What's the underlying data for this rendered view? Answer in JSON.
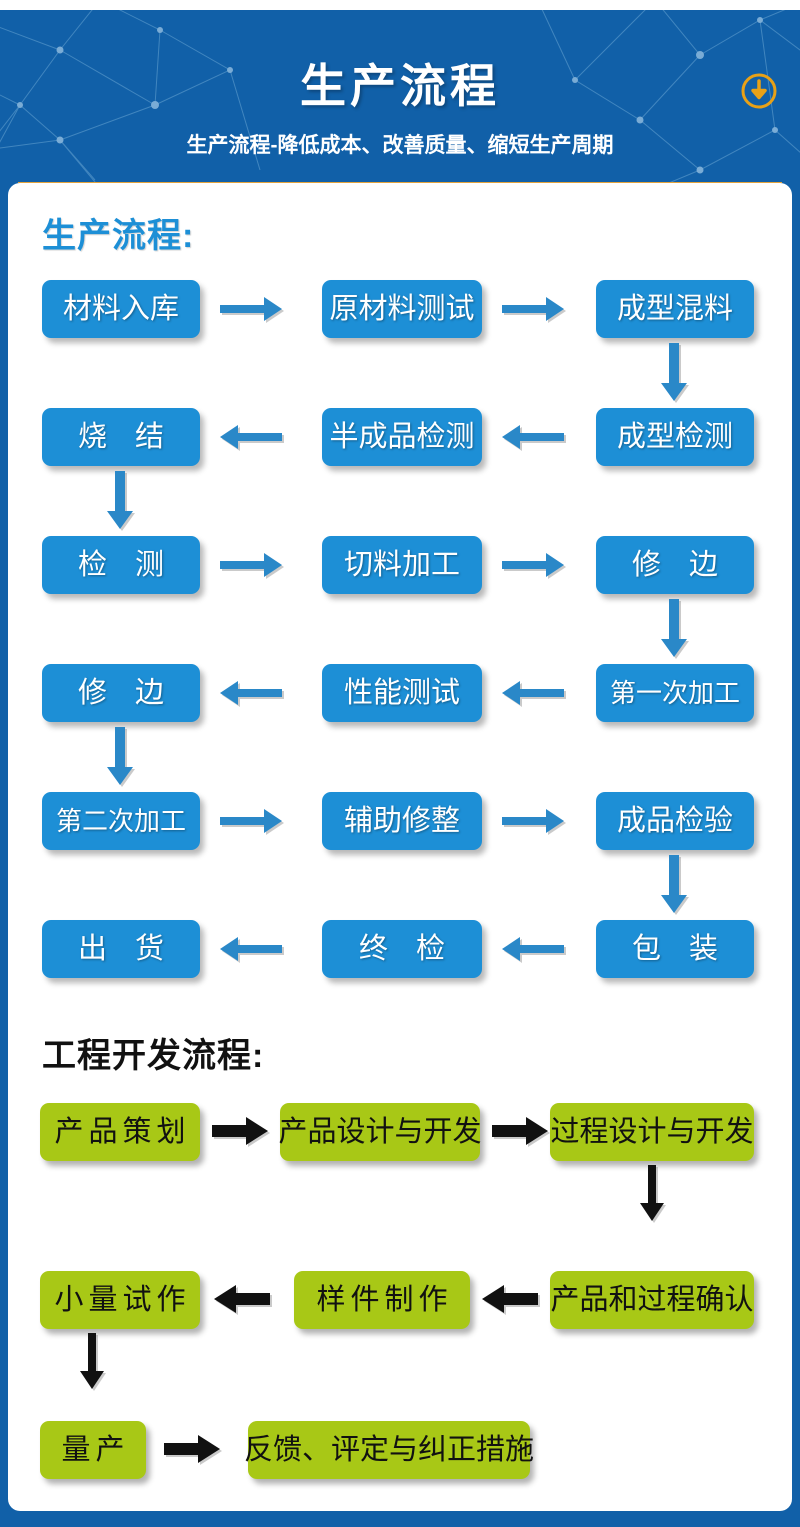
{
  "header": {
    "title": "生产流程",
    "subtitle": "生产流程-降低成本、改善质量、缩短生产周期",
    "badge_icon": "download-circle-icon",
    "bg_color": "#1160a8",
    "divider_color": "#e3a33c",
    "badge_color": "#e8a117"
  },
  "sections": [
    {
      "id": "production",
      "heading": "生产流程:",
      "heading_color": "#1d8fd6",
      "box_color": "#1d8fd6",
      "text_color": "#ffffff",
      "arrow_color": "#2a88c8",
      "rows": [
        {
          "dir": "right",
          "boxes": [
            "材料入库",
            "原材料测试",
            "成型混料"
          ]
        },
        {
          "dir": "left",
          "boxes": [
            "烧 结",
            "半成品检测",
            "成型检测"
          ]
        },
        {
          "dir": "right",
          "boxes": [
            "检 测",
            "切料加工",
            "修 边"
          ]
        },
        {
          "dir": "left",
          "boxes": [
            "修 边",
            "性能测试",
            "第一次加工"
          ]
        },
        {
          "dir": "right",
          "boxes": [
            "第二次加工",
            "辅助修整",
            "成品检验"
          ]
        },
        {
          "dir": "left",
          "boxes": [
            "出 货",
            "终 检",
            "包 装"
          ]
        }
      ]
    },
    {
      "id": "engineering",
      "heading": "工程开发流程:",
      "heading_color": "#111111",
      "box_color": "#a8c816",
      "text_color": "#111111",
      "arrow_color": "#111111",
      "rows": [
        {
          "dir": "right",
          "boxes": [
            "产品策划",
            "产品设计与开发",
            "过程设计与开发"
          ]
        },
        {
          "dir": "left",
          "boxes": [
            "小量试作",
            "样件制作",
            "产品和过程确认"
          ]
        },
        {
          "dir": "right",
          "boxes": [
            "量产",
            "反馈、评定与纠正措施"
          ]
        }
      ]
    }
  ]
}
